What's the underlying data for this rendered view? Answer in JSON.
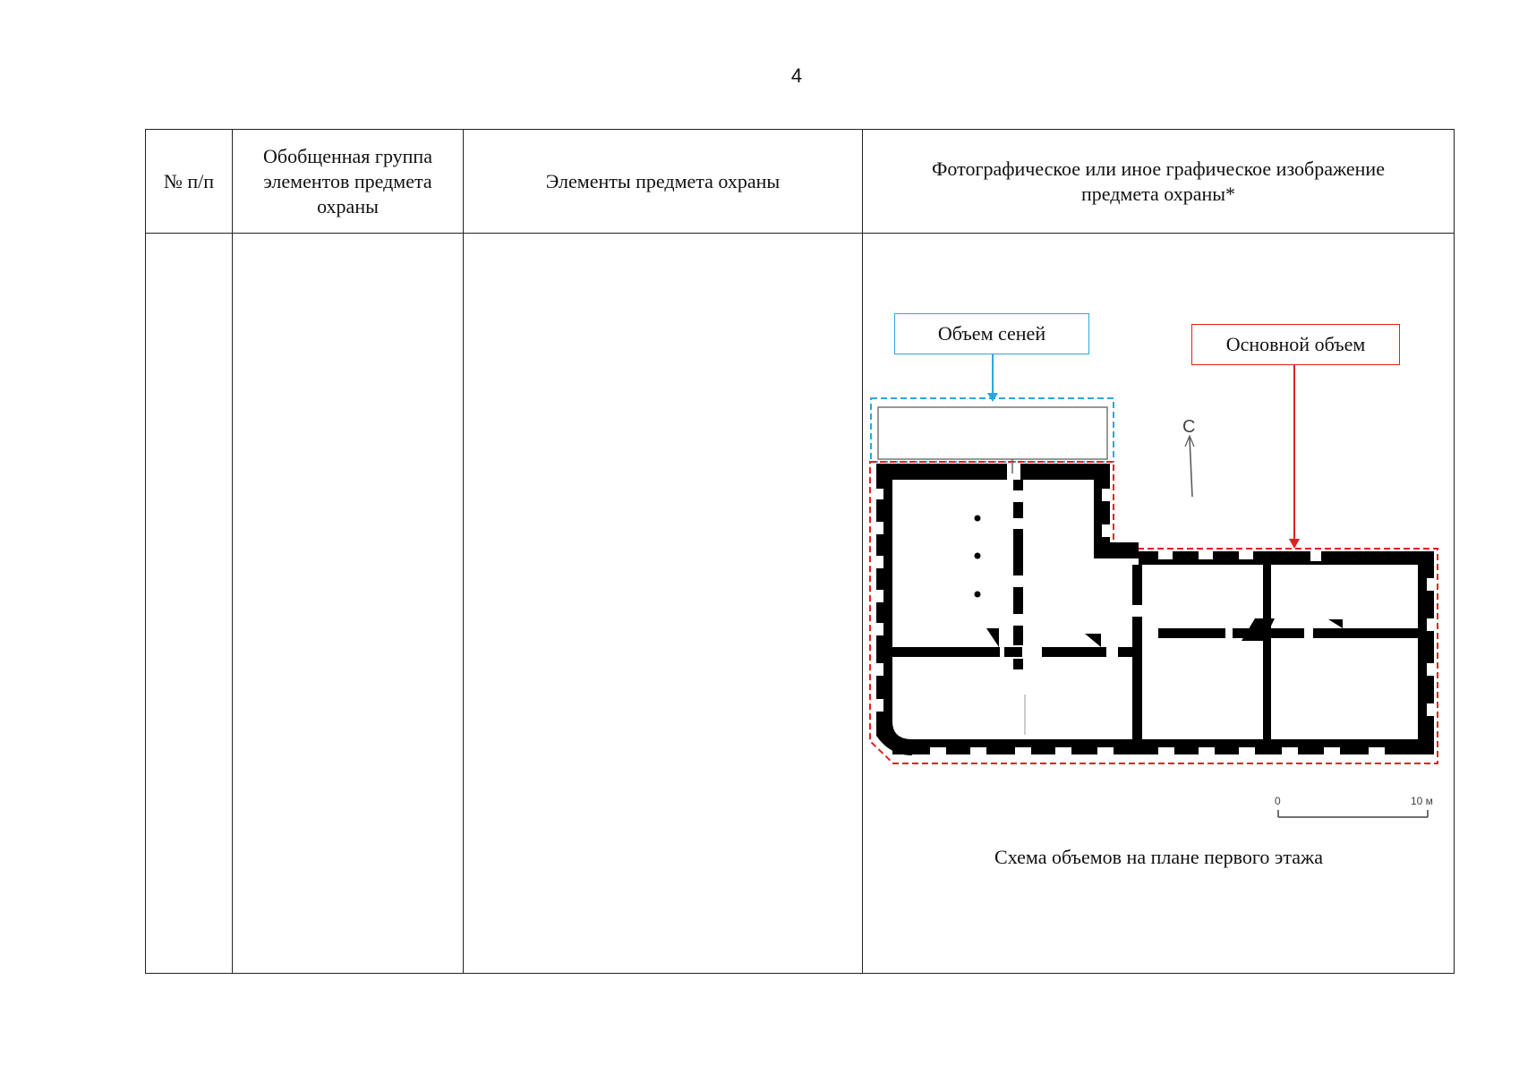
{
  "page": {
    "number": "4"
  },
  "table": {
    "headers": {
      "num": "№ п/п",
      "group": "Обобщенная группа элементов предмета охраны",
      "elements": "Элементы предмета охраны",
      "image": "Фотографическое или иное графическое изображение предмета охраны*"
    }
  },
  "figure": {
    "label_vestibule": "Объем сеней",
    "label_main": "Основной объем",
    "north": "С",
    "scale_start": "0",
    "scale_end": "10 м",
    "caption": "Схема объемов на плане первого этажа",
    "colors": {
      "vestibule": "#29a8e0",
      "main": "#e02020",
      "walls": "#000000"
    }
  }
}
